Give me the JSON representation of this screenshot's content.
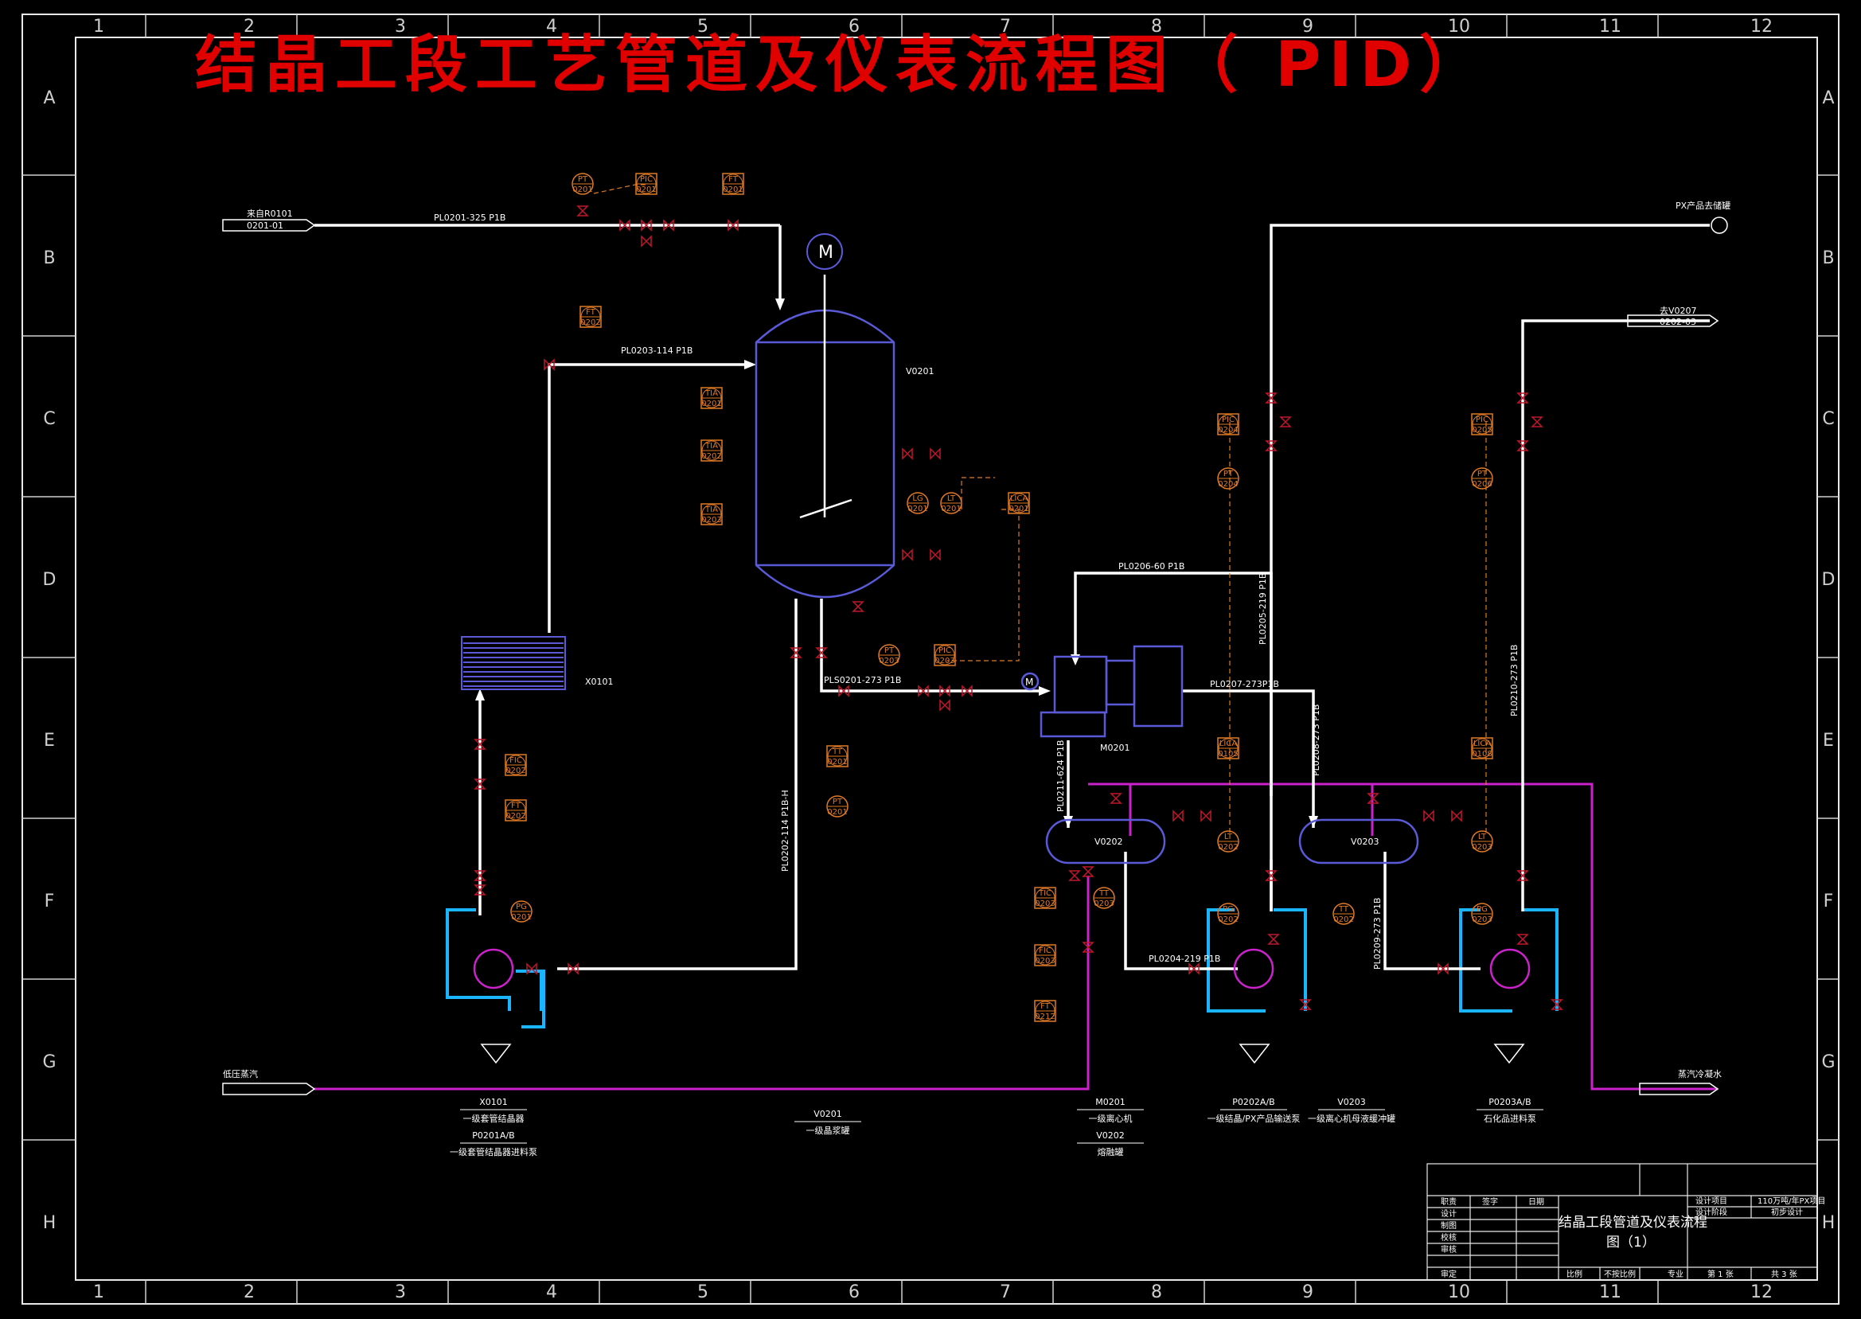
{
  "drawing": {
    "title": "结晶工段工艺管道及仪表流程图（ PID）",
    "border_columns": [
      "1",
      "2",
      "3",
      "4",
      "5",
      "6",
      "7",
      "8",
      "9",
      "10",
      "11",
      "12"
    ],
    "border_rows": [
      "A",
      "B",
      "C",
      "D",
      "E",
      "F",
      "G",
      "H"
    ]
  },
  "colors": {
    "background": "#000000",
    "process_line": "#ffffff",
    "steam_line": "#cc22cc",
    "cooling_line": "#19b5ff",
    "instrument": "#e07a26",
    "valve": "#c0182b",
    "equipment": "#5a5ad8",
    "title": "#e00000"
  },
  "streams": {
    "in_from_r0101": [
      "来自R0101",
      "0201-01"
    ],
    "to_product_storage": "PX产品去储罐",
    "to_v0207": [
      "去V0207",
      "0202-03"
    ],
    "low_pressure_steam": "低压蒸汽",
    "steam_condensate": "蒸汽冷凝水"
  },
  "line_labels": {
    "pl0201": "PL0201-325 P1B",
    "pl0203": "PL0203-114 P1B",
    "pls0201": "PLS0201-273 P1B",
    "pl0206": "PL0206-60 P1B",
    "pl0207": "PL0207-273P1B",
    "pl0205": "PL0205-219 P1B",
    "pl0208": "PL0208-273 P1B",
    "pl0210": "PL0210-273 P1B",
    "pl0202": "PL0202-114 P1B-H",
    "pl0204": "PL0204-219 P1B",
    "pl0209": "PL0209-273 P1B",
    "pl0211": "PL0211-624 P1B"
  },
  "equipment_tags": {
    "v0201": "V0201",
    "x0101": "X0101",
    "m0201": "M0201",
    "v0202": "V0202",
    "v0203": "V0203",
    "agitator": "M",
    "motor": "M"
  },
  "instruments": [
    {
      "a": "PT",
      "n": "0201"
    },
    {
      "a": "PIC",
      "n": "0201"
    },
    {
      "a": "FT",
      "n": "0201"
    },
    {
      "a": "FT",
      "n": "0202"
    },
    {
      "a": "TIA",
      "n": "0201"
    },
    {
      "a": "TIA",
      "n": "0202"
    },
    {
      "a": "TIA",
      "n": "0203"
    },
    {
      "a": "LG",
      "n": "0201"
    },
    {
      "a": "LT",
      "n": "0201"
    },
    {
      "a": "LICA",
      "n": "0201"
    },
    {
      "a": "PT",
      "n": "0203"
    },
    {
      "a": "PIC",
      "n": "0203"
    },
    {
      "a": "FIC",
      "n": "0202"
    },
    {
      "a": "FT",
      "n": "0202"
    },
    {
      "a": "TT",
      "n": "0201"
    },
    {
      "a": "PT",
      "n": "0201"
    },
    {
      "a": "PG",
      "n": "0201"
    },
    {
      "a": "PIC",
      "n": "0204"
    },
    {
      "a": "PT",
      "n": "0204"
    },
    {
      "a": "PIC",
      "n": "0205"
    },
    {
      "a": "PT",
      "n": "0206"
    },
    {
      "a": "LICA",
      "n": "0105"
    },
    {
      "a": "LT",
      "n": "0202"
    },
    {
      "a": "LICA",
      "n": "0108"
    },
    {
      "a": "LT",
      "n": "0203"
    },
    {
      "a": "TIC",
      "n": "0203"
    },
    {
      "a": "TT",
      "n": "0203"
    },
    {
      "a": "FIC",
      "n": "0203"
    },
    {
      "a": "FT",
      "n": "0212"
    },
    {
      "a": "PG",
      "n": "0202"
    },
    {
      "a": "TT",
      "n": "0202"
    },
    {
      "a": "PG",
      "n": "0203"
    }
  ],
  "legend_entries": [
    {
      "tag": "X0101",
      "name": "一级套管结晶器"
    },
    {
      "tag": "P0201A/B",
      "name": "一级套管结晶器进料泵"
    },
    {
      "tag": "V0201",
      "name": "一级晶浆罐"
    },
    {
      "tag": "M0201",
      "name": "一级离心机"
    },
    {
      "tag": "V0202",
      "name": "熔融罐"
    },
    {
      "tag": "P0202A/B",
      "name": "一级结晶/PX产品输送泵"
    },
    {
      "tag": "V0203",
      "name": "一级离心机母液缓冲罐"
    },
    {
      "tag": "P0203A/B",
      "name": "石化品进料泵"
    }
  ],
  "title_block": {
    "col_role": "职责",
    "col_sign": "签字",
    "col_date": "日期",
    "roles": [
      "设计",
      "制图",
      "校核",
      "审核",
      "审定"
    ],
    "drawing_name": "结晶工段管道及仪表流程",
    "drawing_name_2": "图（1）",
    "project_label": "设计项目",
    "project_value": "110万吨/年PX项目",
    "stage_label": "设计阶段",
    "stage_value": "初步设计",
    "scale_label": "比例",
    "scale_value": "不按比例",
    "discipline_label": "专业",
    "sheet": "第 1 张",
    "total": "共 3 张"
  }
}
